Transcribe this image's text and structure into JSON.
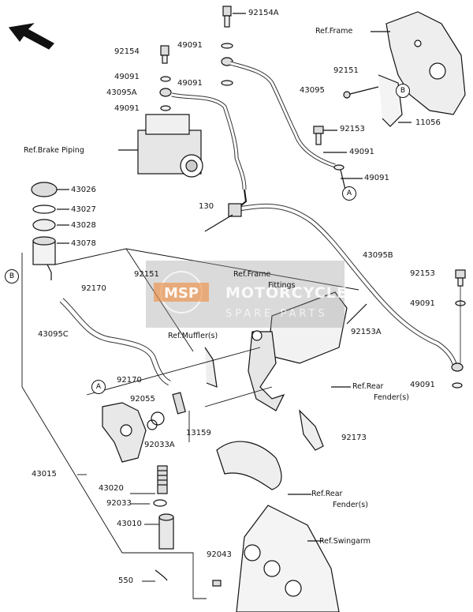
{
  "diagram": {
    "part_numbers": {
      "p92154A": "92154A",
      "p49091_a": "49091",
      "p92154": "92154",
      "p49091_b": "49091",
      "p43095A": "43095A",
      "p49091_c": "49091",
      "p49091_d": "49091",
      "p43095": "43095",
      "p92151_top": "92151",
      "p92153_top": "92153",
      "p49091_e": "49091",
      "p49091_f": "49091",
      "p11056": "11056",
      "p43026": "43026",
      "p43027": "43027",
      "p43028": "43028",
      "p43078": "43078",
      "p130": "130",
      "p92151_mid": "92151",
      "p43095B": "43095B",
      "p92170_a": "92170",
      "p43095C": "43095C",
      "p92153_right": "92153",
      "p49091_g": "49091",
      "p92153A": "92153A",
      "p49091_h": "49091",
      "p92170_b": "92170",
      "p92055": "92055",
      "p13159": "13159",
      "p92033A": "92033A",
      "p92173": "92173",
      "p43015": "43015",
      "p43020": "43020",
      "p92033": "92033",
      "p43010": "43010",
      "p92043": "92043",
      "p550": "550"
    },
    "references": {
      "ref_frame": "Ref.Frame",
      "ref_brake_piping": "Ref.Brake Piping",
      "ref_frame_fittings_1": "Ref.Frame",
      "ref_frame_fittings_2": "Fittings",
      "ref_muffler": "Ref.Muffler(s)",
      "ref_rear_fender_1a": "Ref.Rear",
      "ref_rear_fender_1b": "Fender(s)",
      "ref_rear_fender_2a": "Ref.Rear",
      "ref_rear_fender_2b": "Fender(s)",
      "ref_swingarm": "Ref.Swingarm"
    },
    "callouts": {
      "a_top": "A",
      "a_bottom": "A",
      "b_right": "B",
      "b_left": "B"
    },
    "watermark": {
      "logo": "MSP",
      "brand": "MOTORCYCLE",
      "tagline": "SPARE PARTS"
    },
    "icons": [
      "front-direction-arrow-icon"
    ]
  }
}
